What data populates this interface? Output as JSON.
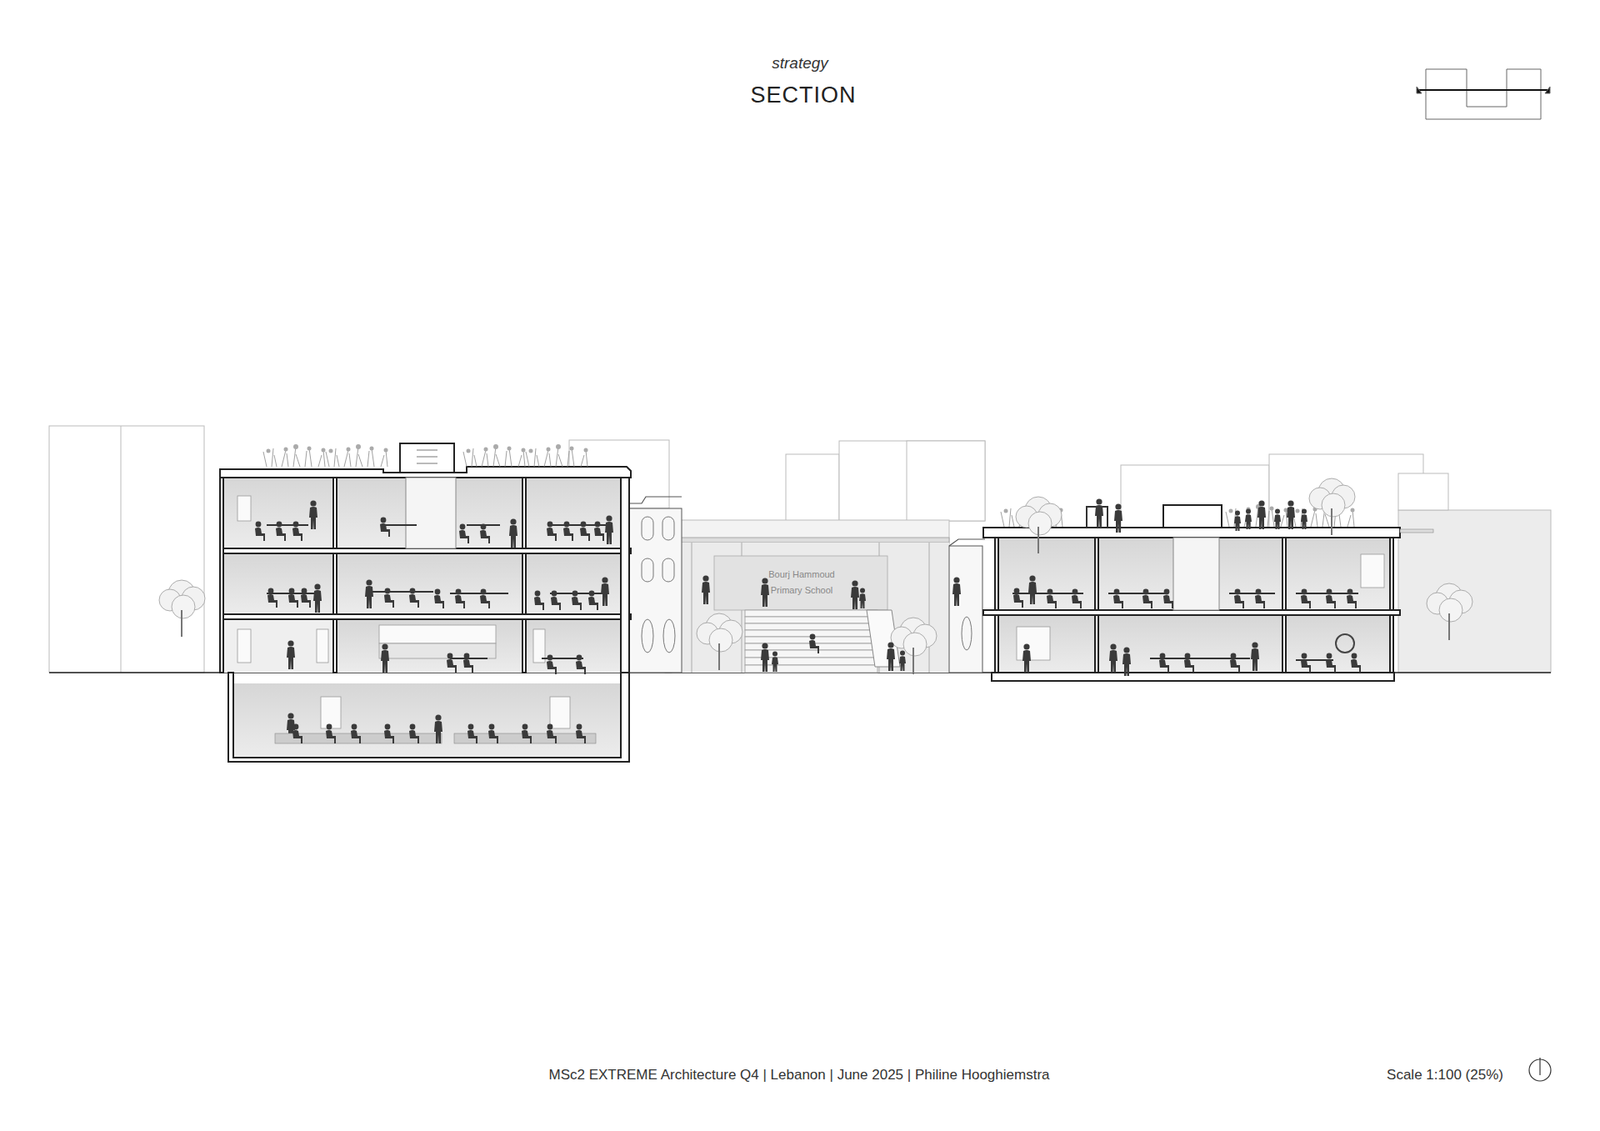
{
  "diagram": {
    "title": "SECTION",
    "labels": [
      "strategy",
      "Bourj Hammoud",
      "Primary School",
      "MSc2 EXTREME Architecture Q4 | Lebanon | June 2025 | Philine Hooghiemstra",
      "Scale 1:100 (25%)"
    ]
  }
}
